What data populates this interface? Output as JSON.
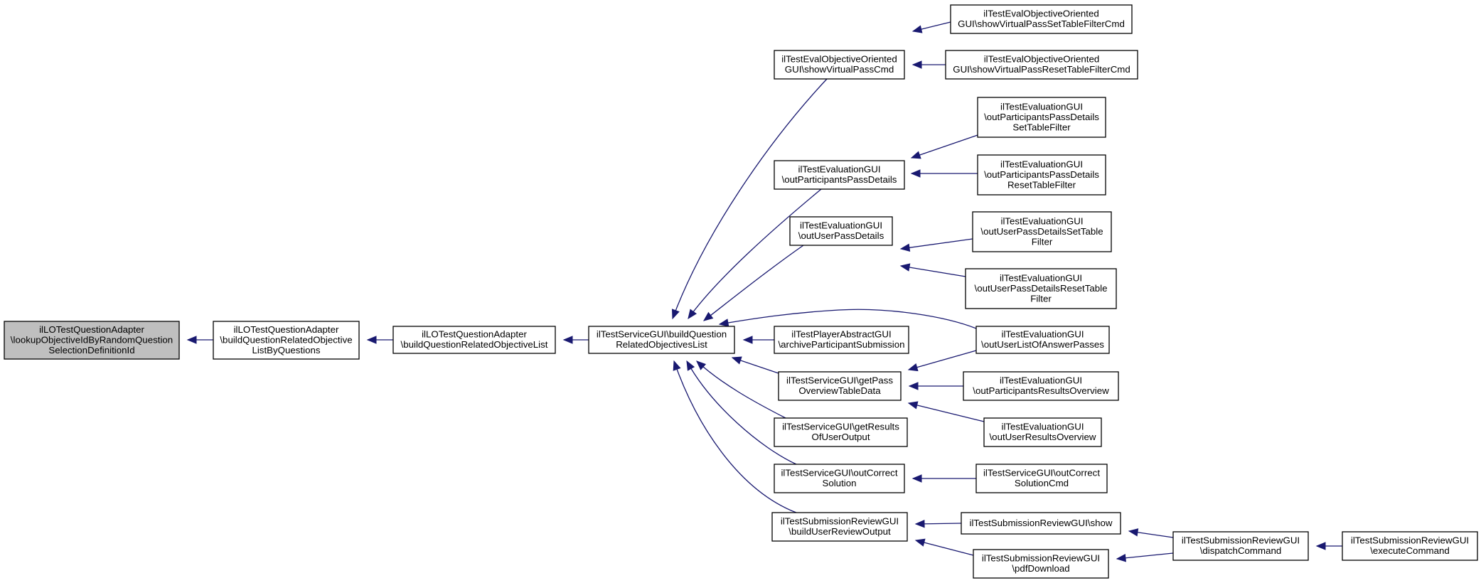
{
  "diagram": {
    "type": "doxygen-caller-graph",
    "colors": {
      "edge": "#191970",
      "root_fill": "#bfbfbf",
      "node_fill": "#ffffff",
      "node_border": "#000000"
    },
    "nodes": [
      {
        "id": "n0",
        "lines": [
          "ilLOTestQuestionAdapter",
          "\\lookupObjectiveIdByRandomQuestion",
          "SelectionDefinitionId"
        ],
        "root": true
      },
      {
        "id": "n1",
        "lines": [
          "ilLOTestQuestionAdapter",
          "\\buildQuestionRelatedObjective",
          "ListByQuestions"
        ]
      },
      {
        "id": "n2",
        "lines": [
          "ilLOTestQuestionAdapter",
          "\\buildQuestionRelatedObjectiveList"
        ]
      },
      {
        "id": "n3",
        "lines": [
          "ilTestServiceGUI\\buildQuestion",
          "RelatedObjectivesList"
        ]
      },
      {
        "id": "n4",
        "lines": [
          "ilTestEvalObjectiveOriented",
          "GUI\\showVirtualPassCmd"
        ]
      },
      {
        "id": "n5",
        "lines": [
          "ilTestEvalObjectiveOriented",
          "GUI\\showVirtualPassSetTableFilterCmd"
        ]
      },
      {
        "id": "n6",
        "lines": [
          "ilTestEvalObjectiveOriented",
          "GUI\\showVirtualPassResetTableFilterCmd"
        ]
      },
      {
        "id": "n7",
        "lines": [
          "ilTestEvaluationGUI",
          "\\outParticipantsPassDetails"
        ]
      },
      {
        "id": "n8",
        "lines": [
          "ilTestEvaluationGUI",
          "\\outParticipantsPassDetails",
          "SetTableFilter"
        ]
      },
      {
        "id": "n9",
        "lines": [
          "ilTestEvaluationGUI",
          "\\outParticipantsPassDetails",
          "ResetTableFilter"
        ]
      },
      {
        "id": "n10",
        "lines": [
          "ilTestEvaluationGUI",
          "\\outUserPassDetails"
        ]
      },
      {
        "id": "n11",
        "lines": [
          "ilTestEvaluationGUI",
          "\\outUserPassDetailsSetTable",
          "Filter"
        ]
      },
      {
        "id": "n12",
        "lines": [
          "ilTestEvaluationGUI",
          "\\outUserPassDetailsResetTable",
          "Filter"
        ]
      },
      {
        "id": "n13",
        "lines": [
          "ilTestPlayerAbstractGUI",
          "\\archiveParticipantSubmission"
        ]
      },
      {
        "id": "n14",
        "lines": [
          "ilTestEvaluationGUI",
          "\\outUserListOfAnswerPasses"
        ]
      },
      {
        "id": "n15",
        "lines": [
          "ilTestServiceGUI\\getPass",
          "OverviewTableData"
        ]
      },
      {
        "id": "n16",
        "lines": [
          "ilTestEvaluationGUI",
          "\\outParticipantsResultsOverview"
        ]
      },
      {
        "id": "n17",
        "lines": [
          "ilTestEvaluationGUI",
          "\\outUserResultsOverview"
        ]
      },
      {
        "id": "n18",
        "lines": [
          "ilTestServiceGUI\\getResults",
          "OfUserOutput"
        ]
      },
      {
        "id": "n19",
        "lines": [
          "ilTestServiceGUI\\outCorrect",
          "Solution"
        ]
      },
      {
        "id": "n20",
        "lines": [
          "ilTestServiceGUI\\outCorrect",
          "SolutionCmd"
        ]
      },
      {
        "id": "n21",
        "lines": [
          "ilTestSubmissionReviewGUI",
          "\\buildUserReviewOutput"
        ]
      },
      {
        "id": "n22",
        "lines": [
          "ilTestSubmissionReviewGUI\\show"
        ]
      },
      {
        "id": "n23",
        "lines": [
          "ilTestSubmissionReviewGUI",
          "\\pdfDownload"
        ]
      },
      {
        "id": "n24",
        "lines": [
          "ilTestSubmissionReviewGUI",
          "\\dispatchCommand"
        ]
      },
      {
        "id": "n25",
        "lines": [
          "ilTestSubmissionReviewGUI",
          "\\executeCommand"
        ]
      }
    ],
    "edges": [
      {
        "from": "n1",
        "to": "n0"
      },
      {
        "from": "n2",
        "to": "n1"
      },
      {
        "from": "n3",
        "to": "n2"
      },
      {
        "from": "n4",
        "to": "n3"
      },
      {
        "from": "n7",
        "to": "n3"
      },
      {
        "from": "n10",
        "to": "n3"
      },
      {
        "from": "n13",
        "to": "n3"
      },
      {
        "from": "n14",
        "to": "n3"
      },
      {
        "from": "n15",
        "to": "n3"
      },
      {
        "from": "n18",
        "to": "n3"
      },
      {
        "from": "n19",
        "to": "n3"
      },
      {
        "from": "n21",
        "to": "n3"
      },
      {
        "from": "n5",
        "to": "n4"
      },
      {
        "from": "n6",
        "to": "n4"
      },
      {
        "from": "n8",
        "to": "n7"
      },
      {
        "from": "n9",
        "to": "n7"
      },
      {
        "from": "n11",
        "to": "n10"
      },
      {
        "from": "n12",
        "to": "n10"
      },
      {
        "from": "n14",
        "to": "n15"
      },
      {
        "from": "n16",
        "to": "n15"
      },
      {
        "from": "n17",
        "to": "n15"
      },
      {
        "from": "n20",
        "to": "n19"
      },
      {
        "from": "n22",
        "to": "n21"
      },
      {
        "from": "n23",
        "to": "n21"
      },
      {
        "from": "n24",
        "to": "n22"
      },
      {
        "from": "n24",
        "to": "n23"
      },
      {
        "from": "n25",
        "to": "n24"
      }
    ]
  }
}
